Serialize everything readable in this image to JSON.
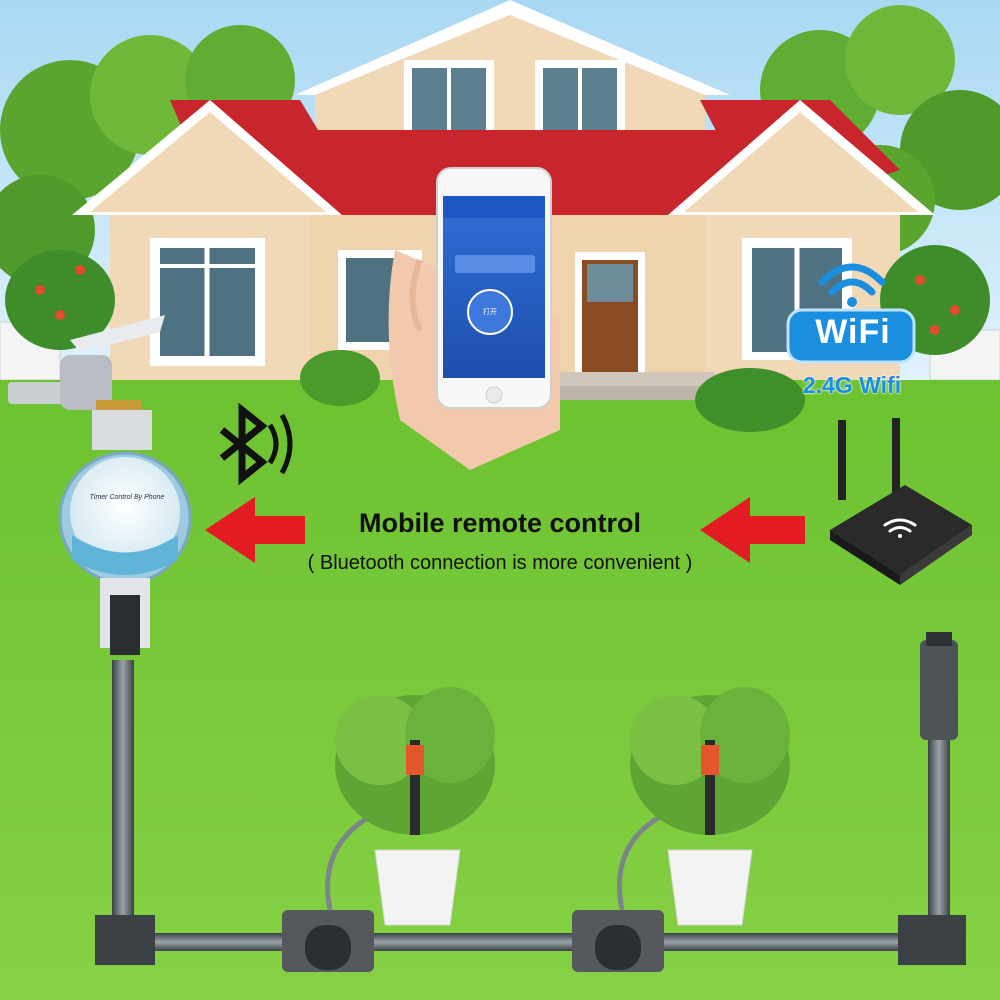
{
  "caption": {
    "title": "Mobile remote control",
    "subtitle": "( Bluetooth connection is more convenient )"
  },
  "wifi_badge": {
    "label": "WiFi",
    "band": "2.4G Wifi"
  },
  "timer_device": {
    "label": "Timer Control By Phone"
  },
  "phone_app": {
    "button_label": "打开"
  },
  "icons": [
    "bluetooth-icon",
    "wifi-signal-icon",
    "router-wifi-icon",
    "arrow-left-icon"
  ],
  "colors": {
    "sky": "#bfe3f7",
    "lawn": "#7ccc3a",
    "roof": "#c9252c",
    "arrow": "#e31b23",
    "wifi_blue": "#1a8fe0",
    "router": "#2a2a2a"
  }
}
